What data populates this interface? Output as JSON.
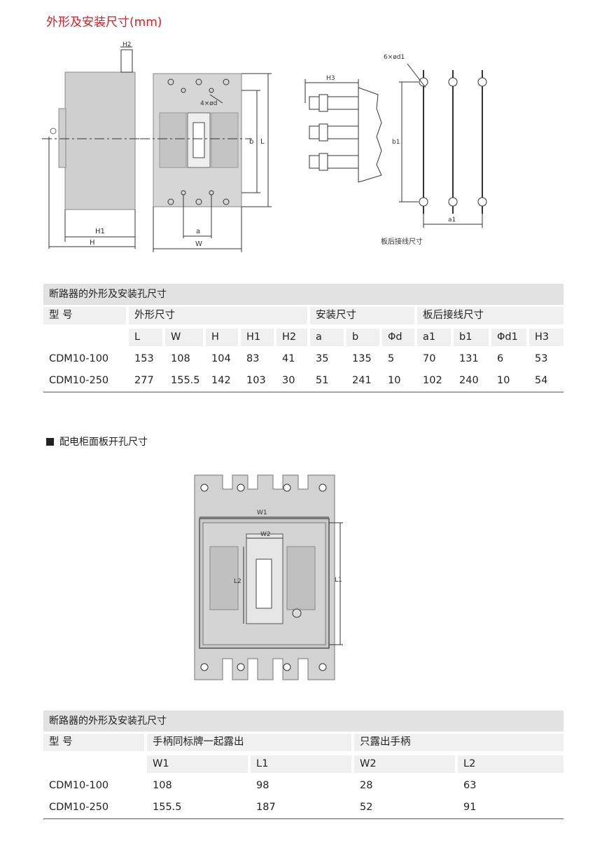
{
  "page_title": "外形及安装尺寸(mm)",
  "drawing1": {
    "labels": {
      "H2": "H2",
      "H1": "H1",
      "H": "H",
      "W": "W",
      "a": "a",
      "b": "b",
      "L": "L",
      "hole": "4×ød",
      "H3": "H3",
      "holes6": "6×ød1",
      "b1": "b1",
      "a1": "a1"
    },
    "caption": "板后接线尺寸"
  },
  "table1": {
    "title": "断路器的外形及安装孔尺寸",
    "col_model": "型 号",
    "groups": [
      "外形尺寸",
      "安装尺寸",
      "板后接线尺寸"
    ],
    "subheaders": [
      "L",
      "W",
      "H",
      "H1",
      "H2",
      "a",
      "b",
      "Φd",
      "a1",
      "b1",
      "Φd1",
      "H3"
    ],
    "rows": [
      {
        "model": "CDM10-100",
        "values": [
          "153",
          "108",
          "104",
          "83",
          "41",
          "35",
          "135",
          "5",
          "70",
          "131",
          "6",
          "53"
        ]
      },
      {
        "model": "CDM10-250",
        "values": [
          "277",
          "155.5",
          "142",
          "103",
          "30",
          "51",
          "241",
          "10",
          "102",
          "240",
          "10",
          "54"
        ]
      }
    ]
  },
  "section2": {
    "title": "配电柜面板开孔尺寸"
  },
  "drawing2": {
    "labels": {
      "W1": "W1",
      "W2": "W2",
      "L1": "L1",
      "L2": "L2"
    }
  },
  "table2": {
    "title": "断路器的外形及安装孔尺寸",
    "col_model": "型 号",
    "groups": [
      "手柄同标牌一起露出",
      "只露出手柄"
    ],
    "subheaders": [
      "W1",
      "L1",
      "W2",
      "L2"
    ],
    "rows": [
      {
        "model": "CDM10-100",
        "values": [
          "108",
          "98",
          "28",
          "63"
        ]
      },
      {
        "model": "CDM10-250",
        "values": [
          "155.5",
          "187",
          "52",
          "91"
        ]
      }
    ]
  }
}
